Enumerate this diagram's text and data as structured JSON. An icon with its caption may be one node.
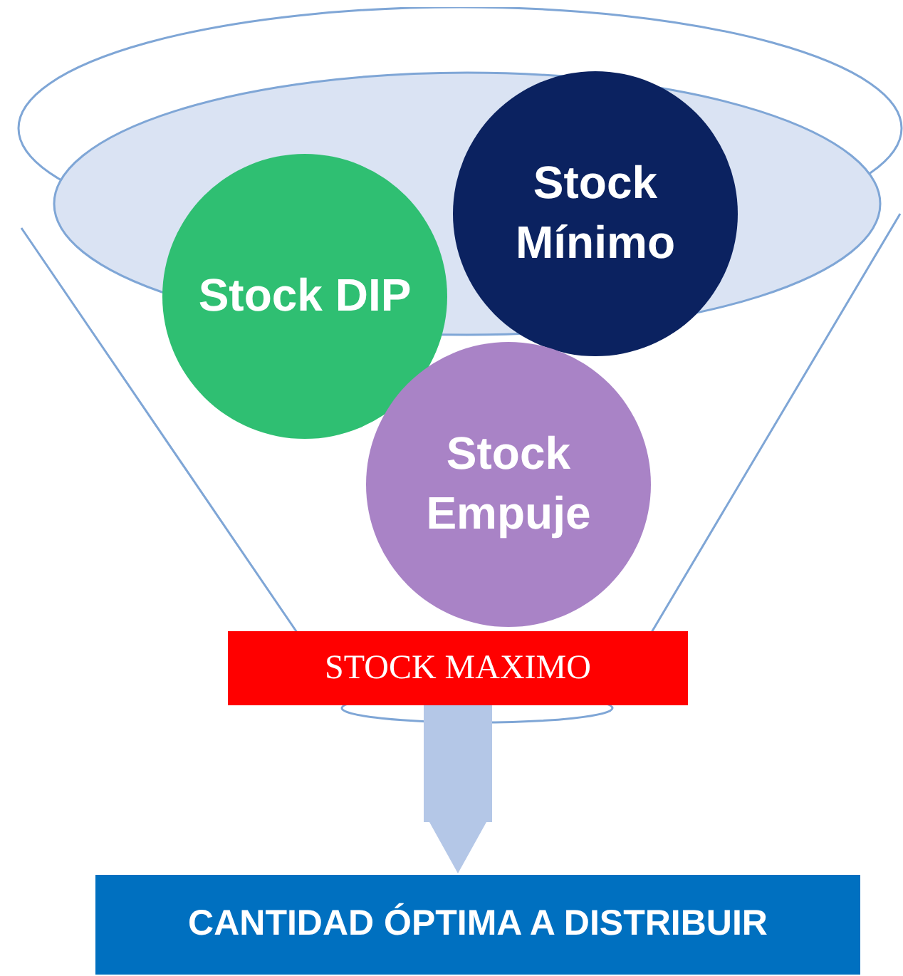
{
  "diagram": {
    "nodes": [
      {
        "text": [],
        "shape": "funnel"
      },
      {
        "text": [
          "Stock DIP"
        ],
        "in": 0
      },
      {
        "text": [
          "Stock Mínimo"
        ],
        "in": 0
      },
      {
        "text": [
          "Stock Empuje"
        ],
        "in": 0
      },
      {
        "text": [
          "STOCK MAXIMO"
        ],
        "in": 0
      },
      {
        "text": [
          "CANTIDAD ÓPTIMA A DISTRIBUIR"
        ]
      }
    ],
    "edges": [
      {
        "from": 4,
        "to": 5,
        "arrow": "to",
        "color": "#b4c7e7"
      }
    ]
  }
}
